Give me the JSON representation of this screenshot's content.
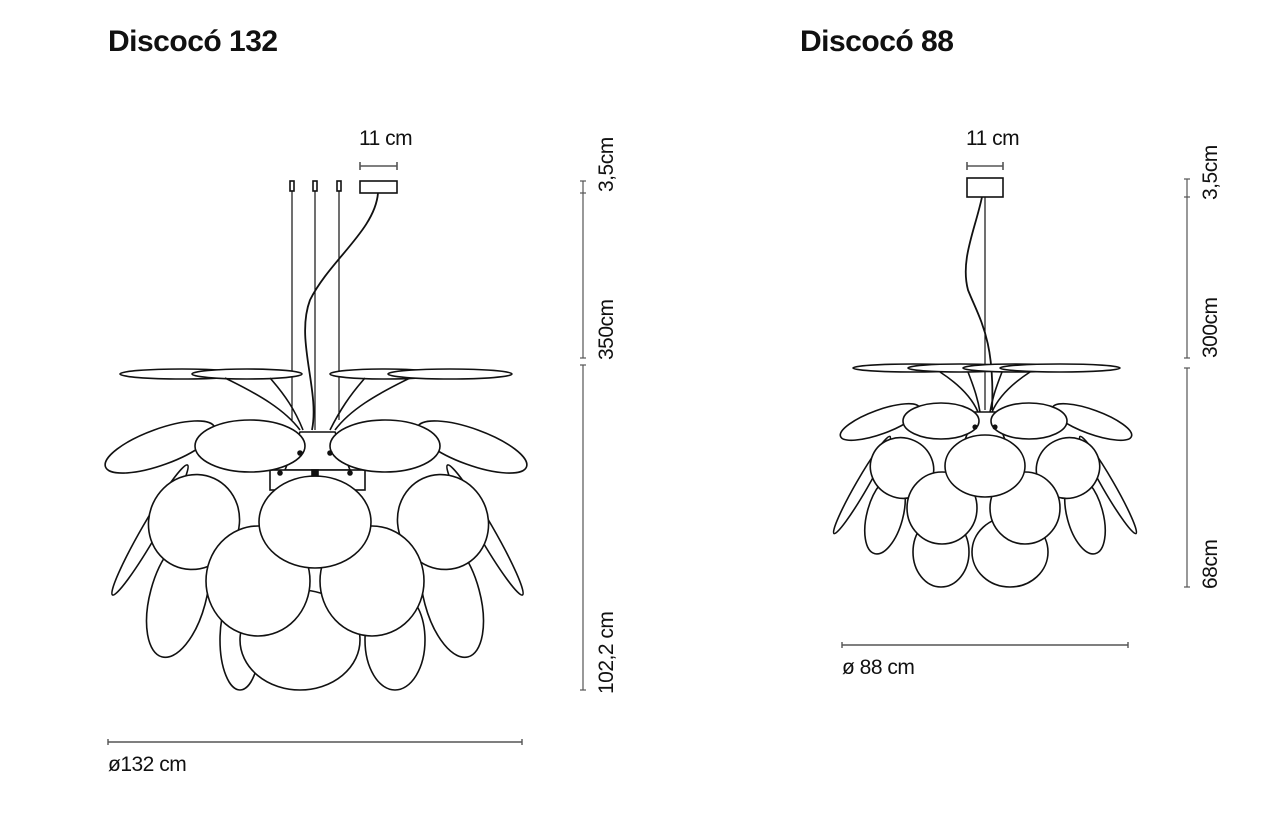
{
  "products": [
    {
      "title": "Discocó 132",
      "canopy_width": "11 cm",
      "dimensions_vertical": [
        "3,5cm",
        "350cm",
        "102,2 cm"
      ],
      "diameter": "ø132 cm"
    },
    {
      "title": "Discocó 88",
      "canopy_width": "11 cm",
      "dimensions_vertical": [
        "3,5cm",
        "300cm",
        "68cm"
      ],
      "diameter": "ø 88 cm"
    }
  ],
  "colors": {
    "line": "#111111",
    "dimension_line": "#555555",
    "background": "#ffffff"
  }
}
